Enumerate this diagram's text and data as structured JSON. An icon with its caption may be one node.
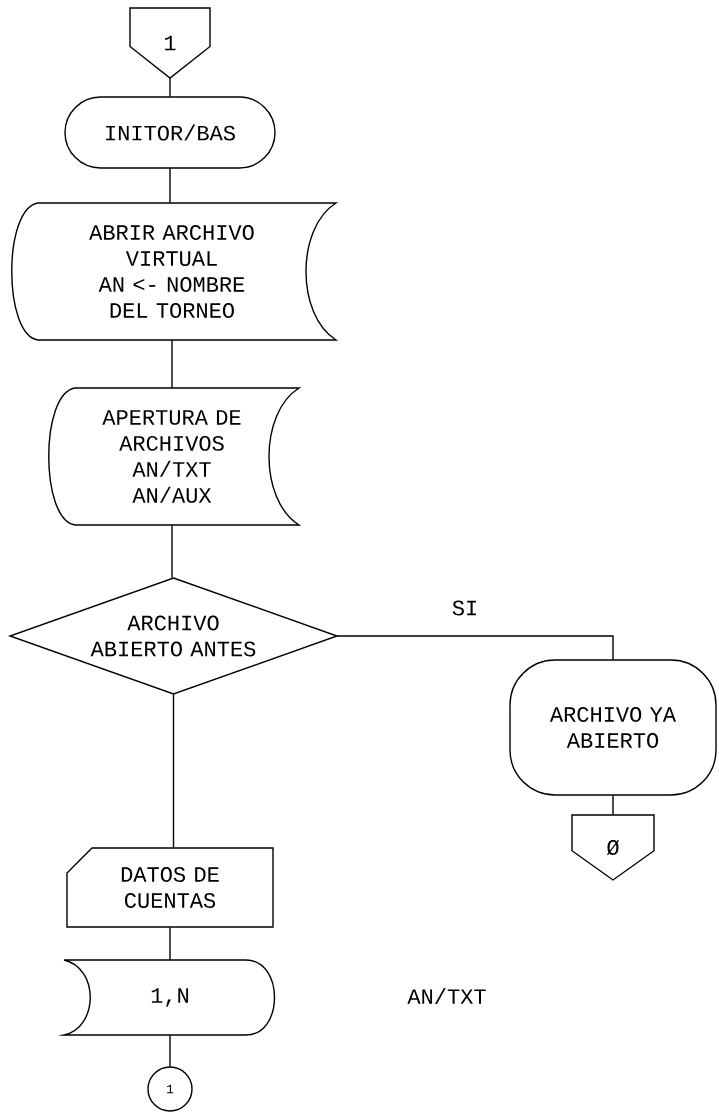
{
  "diagram": {
    "nodes": [
      {
        "text": [
          "1"
        ]
      },
      {
        "text": [
          "INITOR/BAS"
        ]
      },
      {
        "text": [
          "ABRIR ARCHIVO VIRTUAL",
          "AN <- NOMBRE DEL TORNEO"
        ]
      },
      {
        "text": [
          "APERTURA DE ARCHIVOS",
          "AN/TXT",
          "AN/AUX"
        ]
      },
      {
        "text": [
          "ARCHIVO ABIERTO ANTES"
        ]
      },
      {
        "text": [
          "ARCHIVO YA ABIERTO"
        ]
      },
      {
        "text": [
          "Ø"
        ]
      },
      {
        "text": [
          "DATOS DE CUENTAS"
        ]
      },
      {
        "text": [
          "1,N"
        ]
      },
      {
        "text": [
          "1"
        ]
      }
    ],
    "edges": [
      {
        "from": 0,
        "to": 1,
        "arrow": "none"
      },
      {
        "from": 1,
        "to": 2,
        "arrow": "none"
      },
      {
        "from": 2,
        "to": 3,
        "arrow": "none"
      },
      {
        "from": 3,
        "to": 4,
        "arrow": "none"
      },
      {
        "from": 4,
        "to": 5,
        "arrow": "none",
        "label": "SI"
      },
      {
        "from": 5,
        "to": 6,
        "arrow": "none"
      },
      {
        "from": 4,
        "to": 7,
        "arrow": "none"
      },
      {
        "from": 7,
        "to": 8,
        "arrow": "none"
      },
      {
        "from": 8,
        "to": 9,
        "arrow": "none"
      }
    ],
    "labels": [
      "AN/TXT"
    ]
  }
}
